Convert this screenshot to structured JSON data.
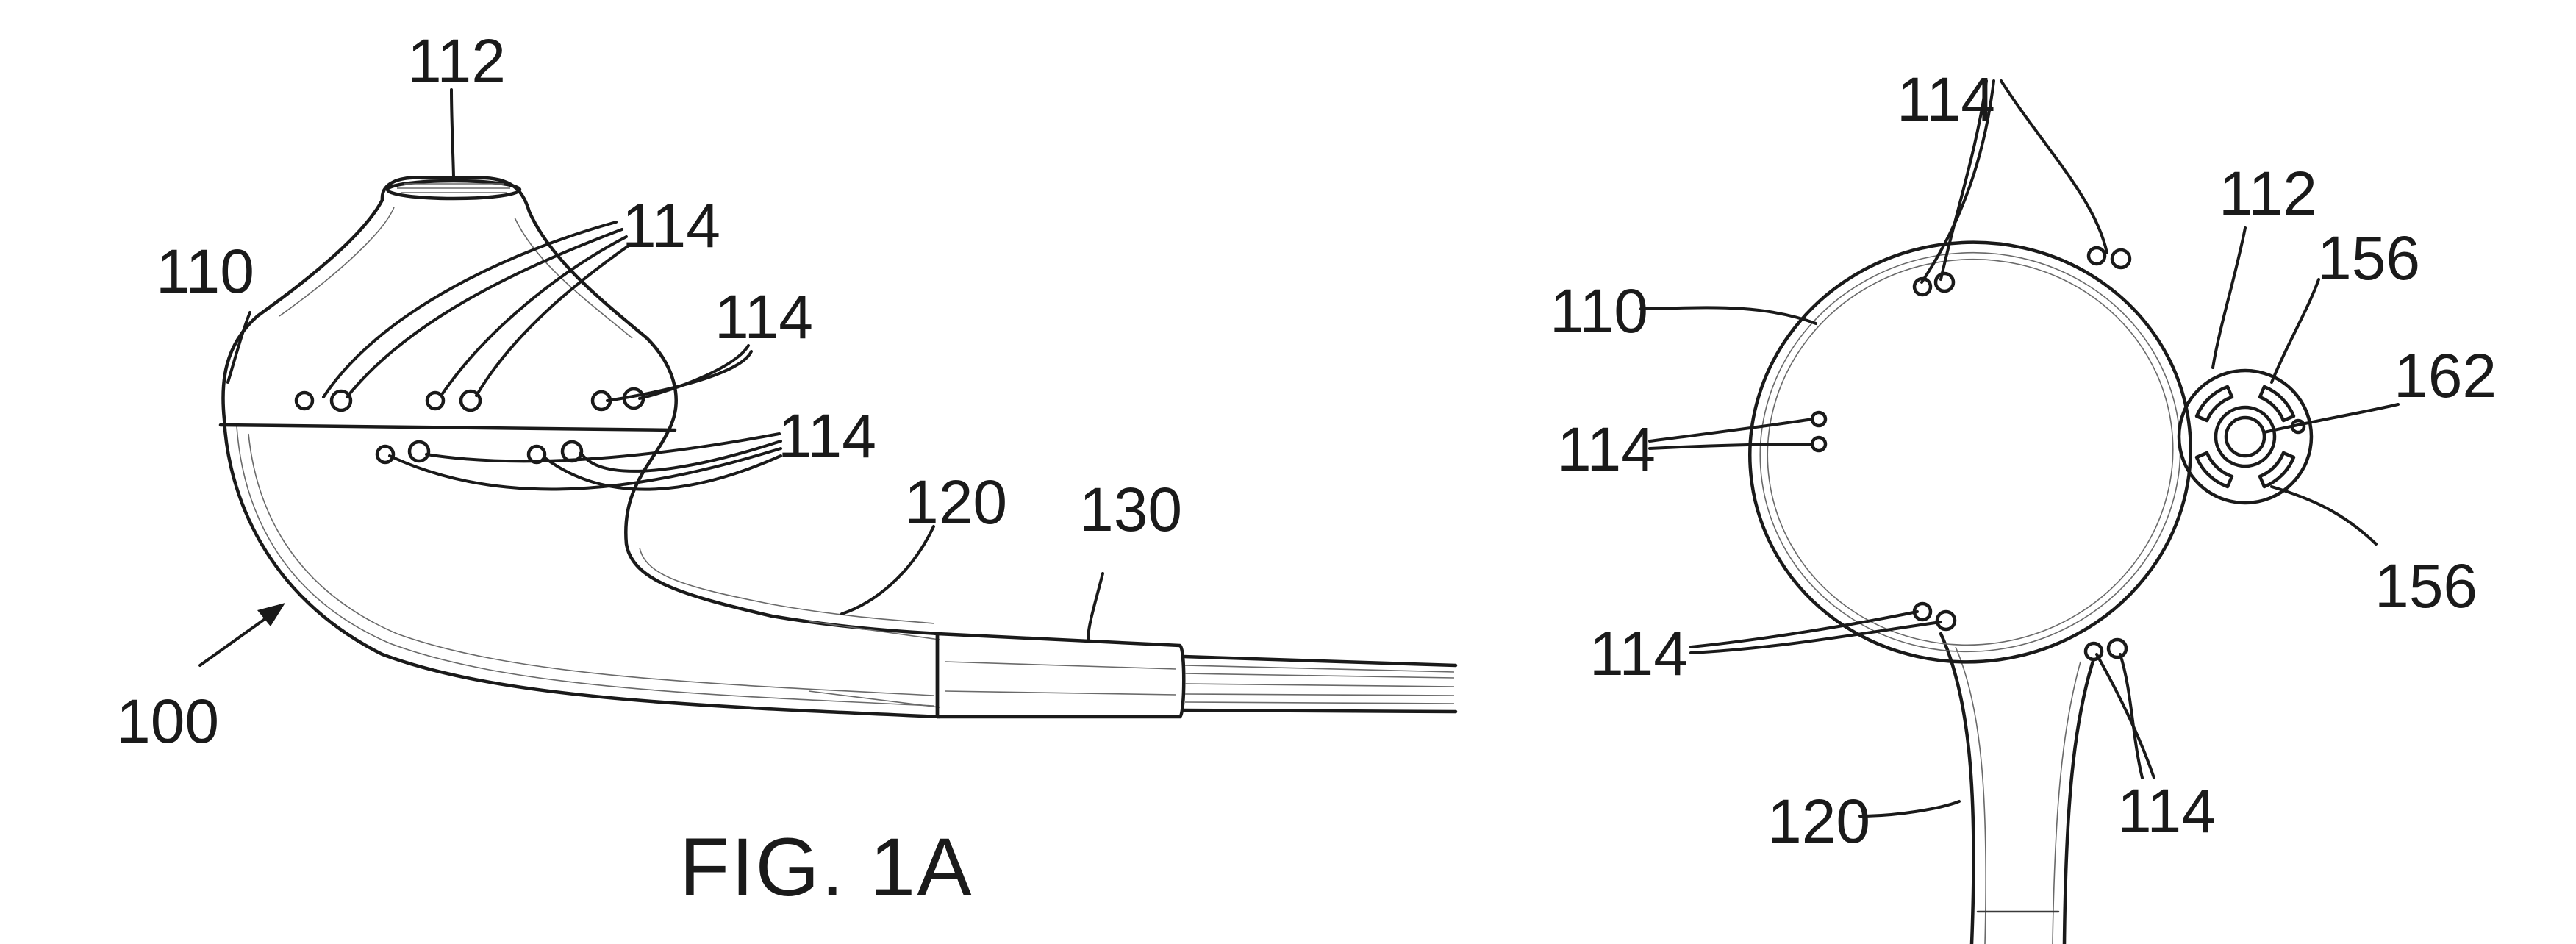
{
  "fig_1a": {
    "caption": "FIG. 1A",
    "labels": {
      "device": "100",
      "body": "110",
      "tip": "112",
      "ports_upper_a": "114",
      "ports_upper_b": "114",
      "ports_lower": "114",
      "stem": "120",
      "connector": "130"
    }
  },
  "fig_1b": {
    "labels": {
      "body": "110",
      "ports_top": "114",
      "ports_left": "114",
      "ports_bottom_left": "114",
      "ports_bottom_right": "114",
      "opening": "112",
      "slot_upper": "156",
      "center": "162",
      "slot_lower": "156",
      "stem": "120"
    }
  }
}
